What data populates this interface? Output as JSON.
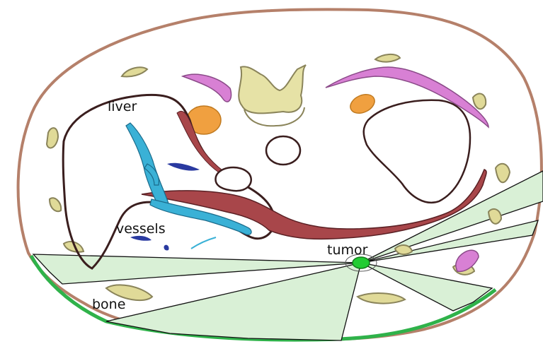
{
  "labels": {
    "liver": "liver",
    "vessels": "vessels",
    "tumor": "tumor",
    "bone": "bone"
  },
  "colors": {
    "skin": "#b5806a",
    "skin_highlight": "#2fb24a",
    "trajectory_fill": "#d9f0d6",
    "organ_outline": "#3a1e1e",
    "liver_tissue": "#a8464a",
    "vessels": "#3ab1d6",
    "vessel_dark": "#2a3aa0",
    "bone": "#d9d48c",
    "bone_outline": "#8a845a",
    "muscle_pink": "#d880d4",
    "orange": "#f0a040",
    "tumor": "#22cc33"
  }
}
